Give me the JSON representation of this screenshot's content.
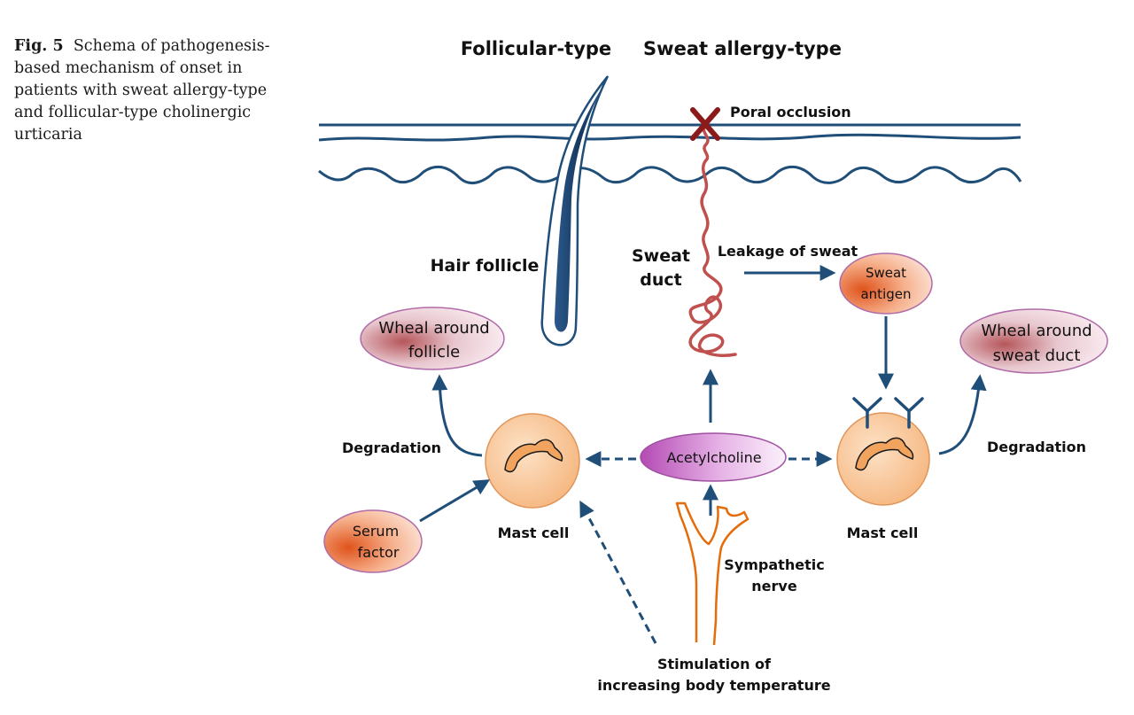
{
  "caption": {
    "fig_label": "Fig. 5",
    "text": "Schema of pathogenesis-based mechanism of onset in patients with sweat allergy-type and follicular-type cholinergic urticaria"
  },
  "headings": {
    "follicular": "Follicular-type",
    "sweat_allergy": "Sweat allergy-type"
  },
  "labels": {
    "poral_occlusion": "Poral occlusion",
    "hair_follicle": "Hair follicle",
    "sweat_duct_line1": "Sweat",
    "sweat_duct_line2": "duct",
    "leakage": "Leakage of sweat",
    "degradation_left": "Degradation",
    "degradation_right": "Degradation",
    "mast_cell_left": "Mast cell",
    "mast_cell_right": "Mast cell",
    "sympathetic_line1": "Sympathetic",
    "sympathetic_line2": "nerve",
    "stimulation_line1": "Stimulation of",
    "stimulation_line2": "increasing body temperature"
  },
  "nodes": {
    "wheal_follicle_line1": "Wheal around",
    "wheal_follicle_line2": "follicle",
    "wheal_sweat_line1": "Wheal around",
    "wheal_sweat_line2": "sweat duct",
    "sweat_antigen_line1": "Sweat",
    "sweat_antigen_line2": "antigen",
    "serum_factor_line1": "Serum",
    "serum_factor_line2": "factor",
    "acetylcholine": "Acetylcholine"
  },
  "colors": {
    "line_blue": "#1f4e79",
    "sweat_duct_red": "#c0504d",
    "nerve_orange": "#e46c0a",
    "mast_cell_fill": "#f8c89a",
    "acetylcholine_fill": "#c86ec8"
  }
}
